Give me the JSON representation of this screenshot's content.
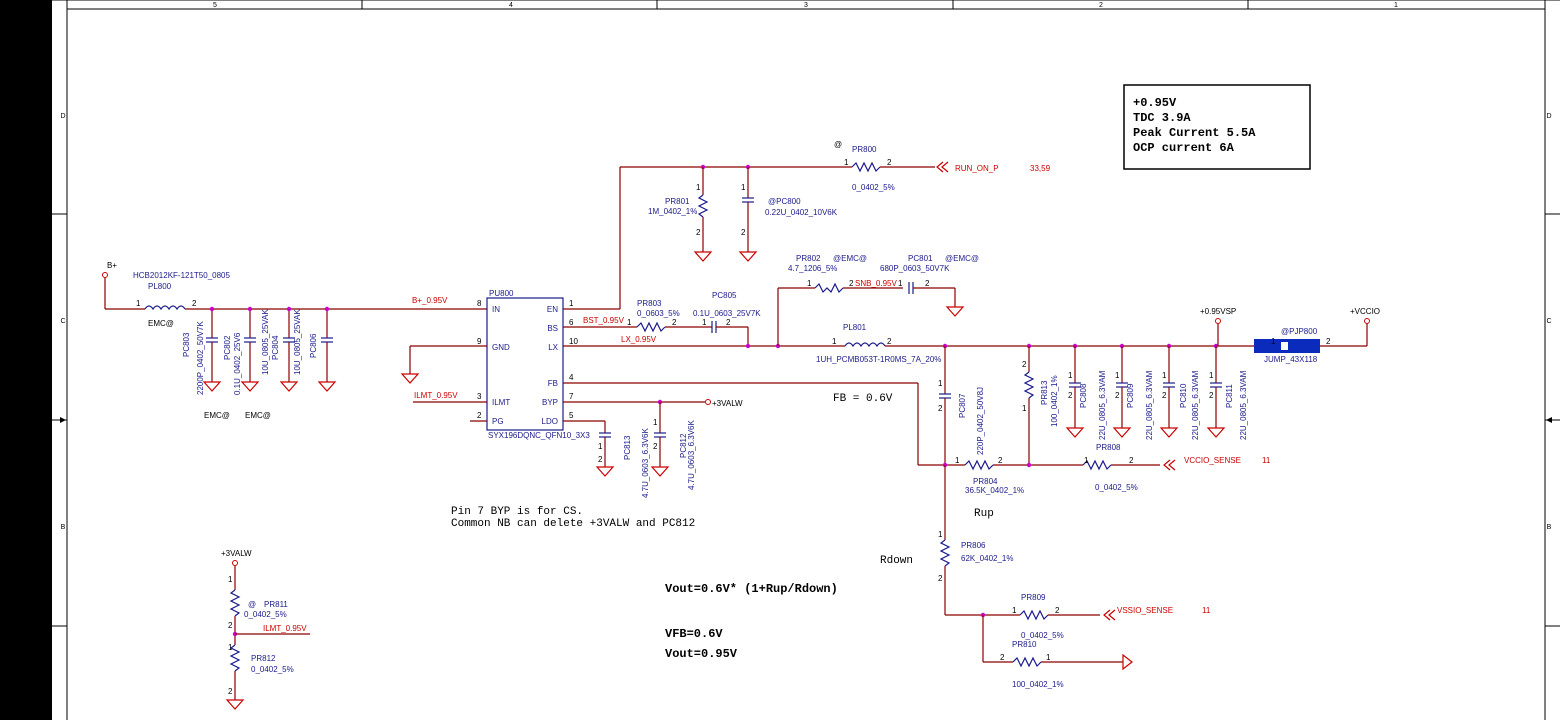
{
  "border": {
    "col_labels": [
      "5",
      "4",
      "3",
      "2",
      "1"
    ],
    "row_labels": [
      "D",
      "C",
      "B"
    ]
  },
  "spec_box": [
    "+0.95V",
    "TDC  3.9A",
    "Peak  Current  5.5A",
    "OCP  current  6A"
  ],
  "ic": {
    "ref": "PU800",
    "part": "SYX196DQNC_QFN10_3X3",
    "pins_left": [
      {
        "name": "IN",
        "num": "8"
      },
      {
        "name": "GND",
        "num": "9"
      },
      {
        "name": "ILMT",
        "num": "3"
      },
      {
        "name": "PG",
        "num": "2"
      }
    ],
    "pins_right": [
      {
        "name": "EN",
        "num": "1"
      },
      {
        "name": "BS",
        "num": "6"
      },
      {
        "name": "LX",
        "num": "10"
      },
      {
        "name": "FB",
        "num": "4"
      },
      {
        "name": "BYP",
        "num": "7"
      },
      {
        "name": "LDO",
        "num": "5"
      }
    ]
  },
  "nets": {
    "b_plus": "B+",
    "b_plus_095": "B+_0.95V",
    "run_on_p": "RUN_ON_P",
    "run_on_p_page": "33,59",
    "bst": "BST_0.95V",
    "lx": "LX_0.95V",
    "snb": "SNB_0.95V",
    "ilmt": "ILMT_0.95V",
    "valw": "+3VALW",
    "vsp": "+0.95VSP",
    "vccio": "+VCCIO",
    "vccio_sense": "VCCIO_SENSE",
    "vccio_sense_page": "11",
    "vssio_sense": "VSSIO_SENSE",
    "vssio_sense_page": "11",
    "ilmt2": "ILMT_0.95V",
    "valw2": "+3VALW"
  },
  "components": {
    "pl800": {
      "ref": "PL800",
      "value": "HCB2012KF-121T50_0805",
      "note": "EMC@"
    },
    "pc803": {
      "ref": "PC803",
      "value": "2200P_0402_50V7K"
    },
    "pc802": {
      "ref": "PC802",
      "value": "0.1U_0402_25V6"
    },
    "pc804": {
      "ref": "PC804",
      "value": "10U_0805_25VAK"
    },
    "pc806": {
      "ref": "PC806",
      "value": "10U_0805_25VAK"
    },
    "emc1": "EMC@",
    "emc2": "EMC@",
    "pr800": {
      "ref": "PR800",
      "value": "0_0402_5%",
      "at": "@"
    },
    "pr801": {
      "ref": "PR801",
      "value": "1M_0402_1%"
    },
    "pc800": {
      "ref": "@PC800",
      "value": "0.22U_0402_10V6K"
    },
    "pr802": {
      "ref": "PR802",
      "value": "4.7_1206_5%",
      "note": "@EMC@"
    },
    "pc801": {
      "ref": "PC801",
      "value": "680P_0603_50V7K",
      "note": "@EMC@"
    },
    "pr803": {
      "ref": "PR803",
      "value": "0_0603_5%"
    },
    "pc805": {
      "ref": "PC805",
      "value": "0.1U_0603_25V7K"
    },
    "pl801": {
      "ref": "PL801",
      "value": "1UH_PCMB053T-1R0MS_7A_20%"
    },
    "pc807": {
      "ref": "PC807",
      "value": "220P_0402_50V8J"
    },
    "pr813": {
      "ref": "PR813",
      "value": "100_0402_1%"
    },
    "pc808": {
      "ref": "PC808",
      "value": "22U_0805_6.3VAM"
    },
    "pc809": {
      "ref": "PC809",
      "value": "22U_0805_6.3VAM"
    },
    "pc810": {
      "ref": "PC810",
      "value": "22U_0805_6.3VAM"
    },
    "pc811": {
      "ref": "PC811",
      "value": "22U_0805_6.3VAM"
    },
    "pjp800": {
      "ref": "@PJP800",
      "value": "JUMP_43X118"
    },
    "pc813": {
      "ref": "PC813",
      "value": "4.7U_0603_6.3V6K"
    },
    "pc812": {
      "ref": "PC812",
      "value": "4.7U_0603_6.3V6K"
    },
    "pr804": {
      "ref": "PR804",
      "value": "36.5K_0402_1%"
    },
    "pr808": {
      "ref": "PR808",
      "value": "0_0402_5%"
    },
    "pr806": {
      "ref": "PR806",
      "value": "62K_0402_1%"
    },
    "pr809": {
      "ref": "PR809",
      "value": "0_0402_5%"
    },
    "pr810": {
      "ref": "PR810",
      "value": "100_0402_1%"
    },
    "pr811": {
      "ref": "PR811",
      "value": "0_0402_5%",
      "at": "@"
    },
    "pr812": {
      "ref": "PR812",
      "value": "0_0402_5%"
    }
  },
  "notes": {
    "fb": "FB = 0.6V",
    "rup": "Rup",
    "rdown": "Rdown",
    "byp_line1": "Pin 7 BYP is for CS.",
    "byp_line2": "Common NB can delete  +3VALW and PC812",
    "vout_formula": "Vout=0.6V*  (1+Rup/Rdown)",
    "vfb": "VFB=0.6V",
    "vout": "Vout=0.95V"
  }
}
